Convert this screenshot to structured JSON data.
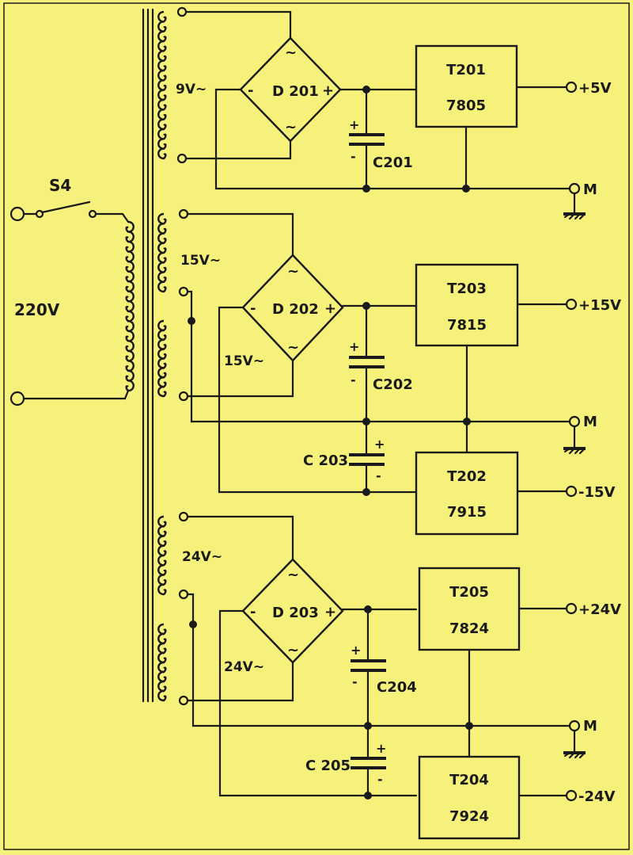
{
  "mains": {
    "label": "220V",
    "switch_label": "S4"
  },
  "secondaries": {
    "s1": "9V~",
    "s2a": "15V~",
    "s2b": "15V~",
    "s3a": "24V~",
    "s3b": "24V~"
  },
  "bridges": {
    "d1": "D 201",
    "d2": "D 202",
    "d3": "D 203",
    "ac": "~",
    "plus": "+",
    "minus": "-"
  },
  "capacitors": {
    "c201": "C201",
    "c202": "C202",
    "c203": "C 203",
    "c204": "C204",
    "c205": "C 205"
  },
  "regulators": {
    "t201": {
      "name": "T201",
      "type": "7805"
    },
    "t203": {
      "name": "T203",
      "type": "7815"
    },
    "t202": {
      "name": "T202",
      "type": "7915"
    },
    "t205": {
      "name": "T205",
      "type": "7824"
    },
    "t204": {
      "name": "T204",
      "type": "7924"
    }
  },
  "outputs": {
    "p5": "+5V",
    "p15": "+15V",
    "m15": "-15V",
    "p24": "+24V",
    "m24": "-24V",
    "ground": "M"
  }
}
